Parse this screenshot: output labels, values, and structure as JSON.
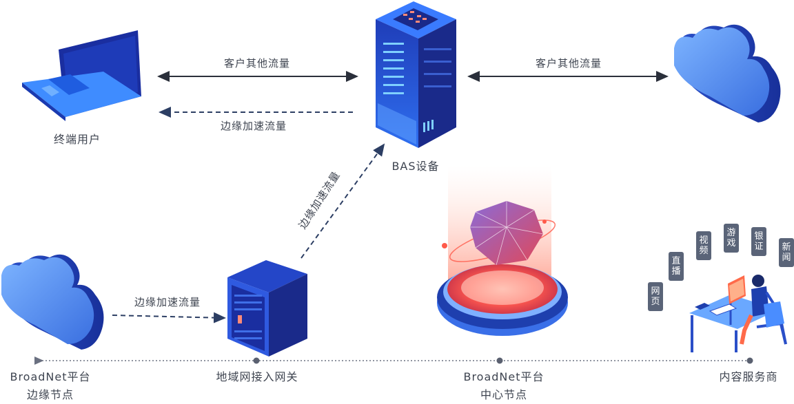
{
  "labels": {
    "top_left_upper": "客户其他流量",
    "top_left_lower": "边缘加速流量",
    "top_right": "客户其他流量",
    "diagonal": "边缘加速流量",
    "bottom_left": "边缘加速流量",
    "end_user": "终端用户",
    "bas_device": "BAS设备",
    "edge_node_line1": "BroadNet平台",
    "edge_node_line2": "边缘节点",
    "gateway": "地域网接入网关",
    "center_node_line1": "BroadNet平台",
    "center_node_line2": "中心节点",
    "content_provider": "内容服务商"
  },
  "content_tags": [
    "网页",
    "直播",
    "视频",
    "游戏",
    "银证",
    "新闻"
  ],
  "colors": {
    "primary_blue": "#1e3fae",
    "light_blue": "#4a8dff",
    "navy": "#1a237e",
    "arrow": "#2a2f3a",
    "dashed": "#2c3e63",
    "glow": "#ff5a4a",
    "tag_bg": "#5a6478"
  },
  "icons": [
    "laptop-icon",
    "server-rack-icon",
    "cloud-icon",
    "cloud-icon",
    "server-tower-icon",
    "hologram-platform-icon",
    "person-at-desk-icon"
  ]
}
